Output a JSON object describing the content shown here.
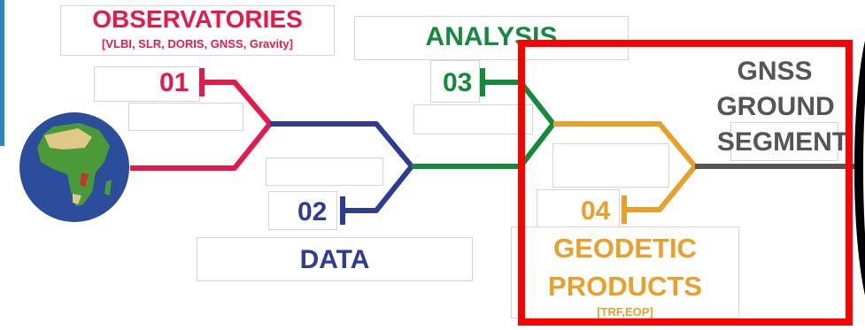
{
  "observatories": {
    "title": "OBSERVATORIES",
    "subtitle": "[VLBI, SLR, DORIS, GNSS, Gravity]",
    "number": "01"
  },
  "data_stage": {
    "title": "DATA",
    "number": "02"
  },
  "analysis": {
    "title": "ANALYSIS",
    "number": "03"
  },
  "products": {
    "title_line1": "GEODETIC",
    "title_line2": "PRODUCTS",
    "subtitle": "[TRF,EOP]",
    "number": "04"
  },
  "ground_segment": {
    "line1": "GNSS",
    "line2": "GROUND",
    "line3": "SEGMENT"
  },
  "colors": {
    "observatories": "#e6194b",
    "data": "#2e3c96",
    "analysis": "#138a3c",
    "products": "#e8a02a",
    "segment": "#555555",
    "highlight": "#ff0000"
  }
}
